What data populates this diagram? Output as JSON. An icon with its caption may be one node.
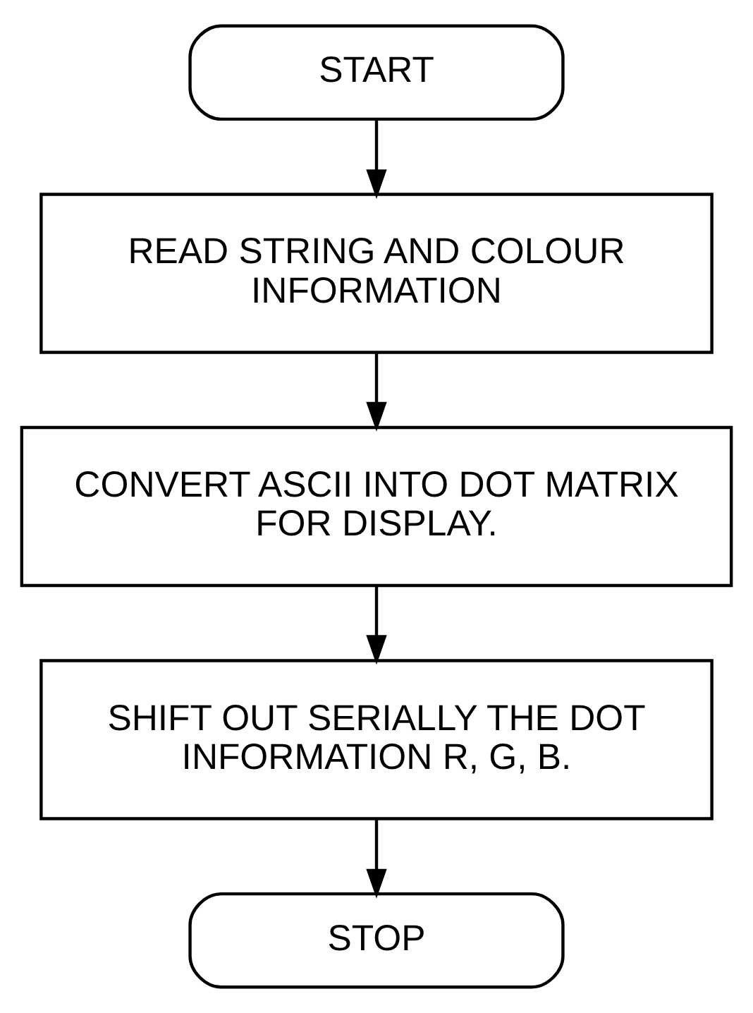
{
  "diagram": {
    "nodes": [
      {
        "text": [
          "START"
        ]
      },
      {
        "text": [
          "READ STRING AND COLOUR INFORMATION"
        ]
      },
      {
        "text": [
          "CONVERT ASCII INTO DOT MATRIX FOR DISPLAY."
        ]
      },
      {
        "text": [
          "SHIFT OUT SERIALLY THE DOT INFORMATION R, G, B."
        ]
      },
      {
        "text": [
          "STOP"
        ]
      }
    ],
    "edges": [
      {
        "from": 0,
        "to": 1,
        "arrow": "to"
      },
      {
        "from": 1,
        "to": 2,
        "arrow": "to"
      },
      {
        "from": 2,
        "to": 3,
        "arrow": "to"
      },
      {
        "from": 3,
        "to": 4,
        "arrow": "to"
      }
    ]
  }
}
